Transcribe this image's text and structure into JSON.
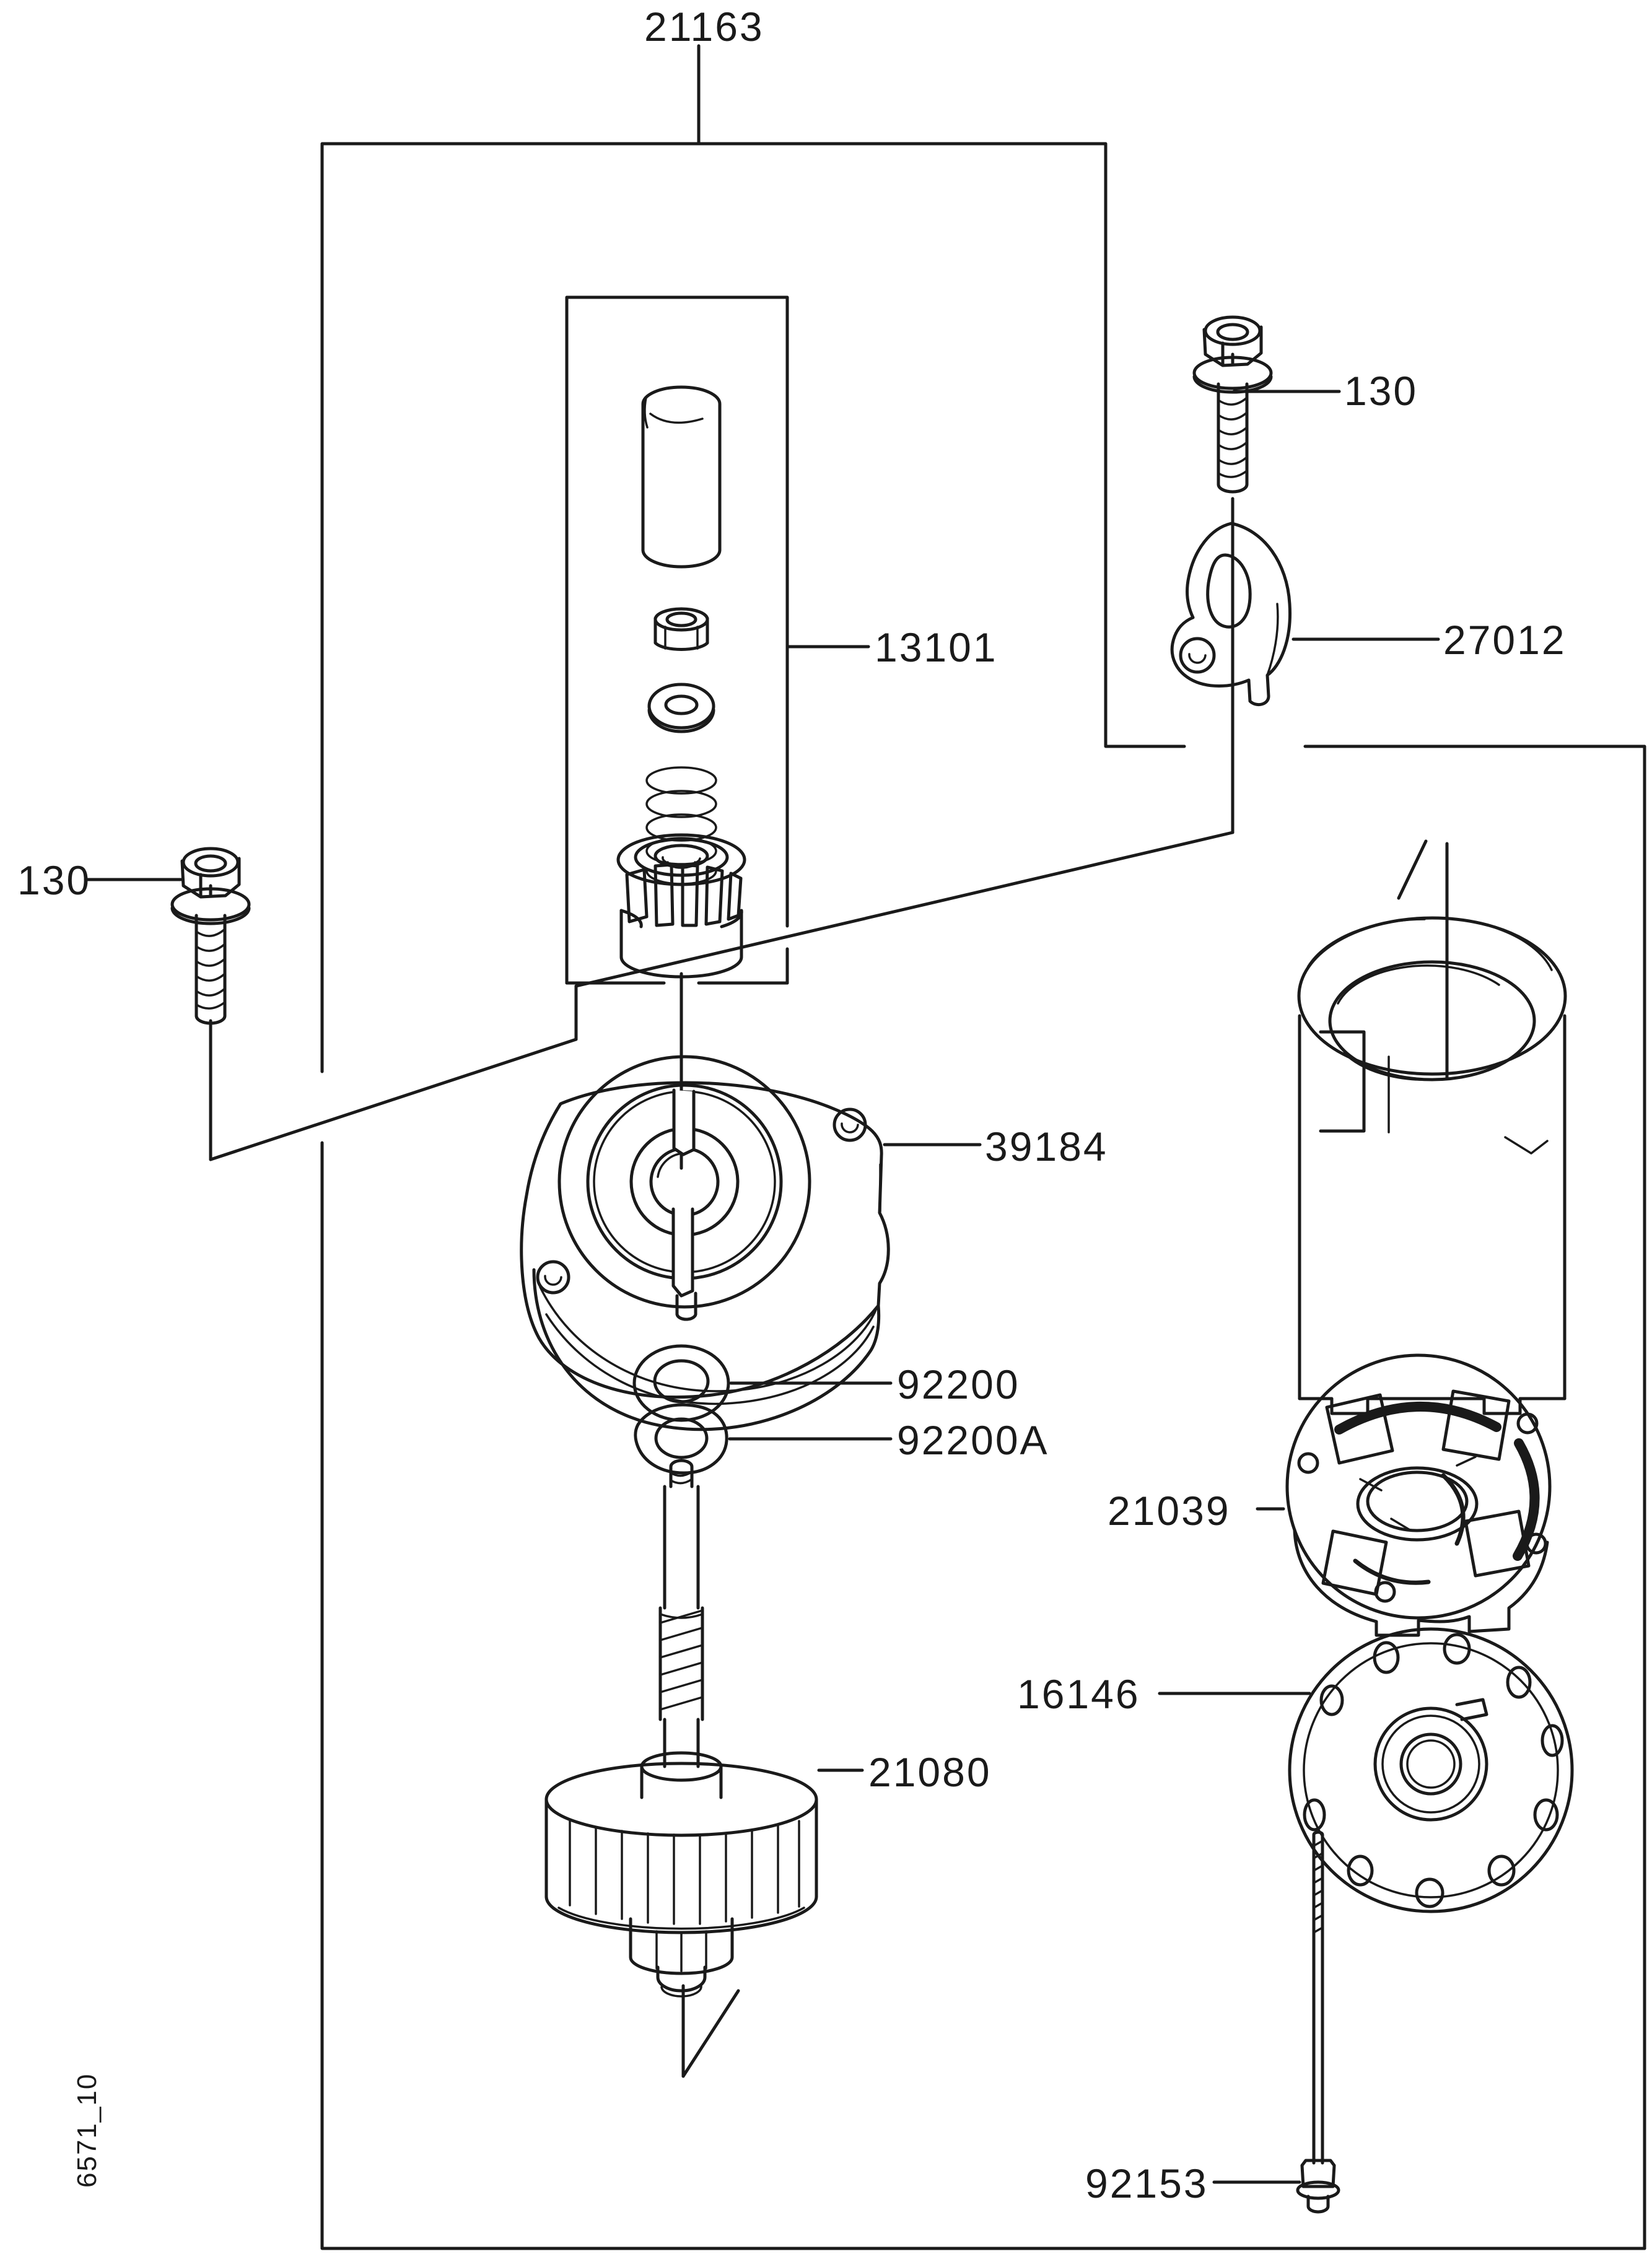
{
  "page": {
    "background": "#ffffff",
    "ink": "#1a1a1a",
    "figure_type": "exploded-parts-diagram"
  },
  "watermark": {
    "text": "6571_10"
  },
  "part_labels": [
    {
      "part": "starter-assembly-box",
      "text": "21163"
    },
    {
      "part": "bolt-upper-right",
      "text": "130"
    },
    {
      "part": "bracket",
      "text": "27012"
    },
    {
      "part": "drive-set-box",
      "text": "13101"
    },
    {
      "part": "bolt-left",
      "text": "130"
    },
    {
      "part": "end-frame-flange",
      "text": "39184"
    },
    {
      "part": "washer",
      "text": "92200"
    },
    {
      "part": "washer-a",
      "text": "92200A"
    },
    {
      "part": "brush-holder",
      "text": "21039"
    },
    {
      "part": "end-plate",
      "text": "16146"
    },
    {
      "part": "armature",
      "text": "21080"
    },
    {
      "part": "through-bolt",
      "text": "92153"
    }
  ]
}
